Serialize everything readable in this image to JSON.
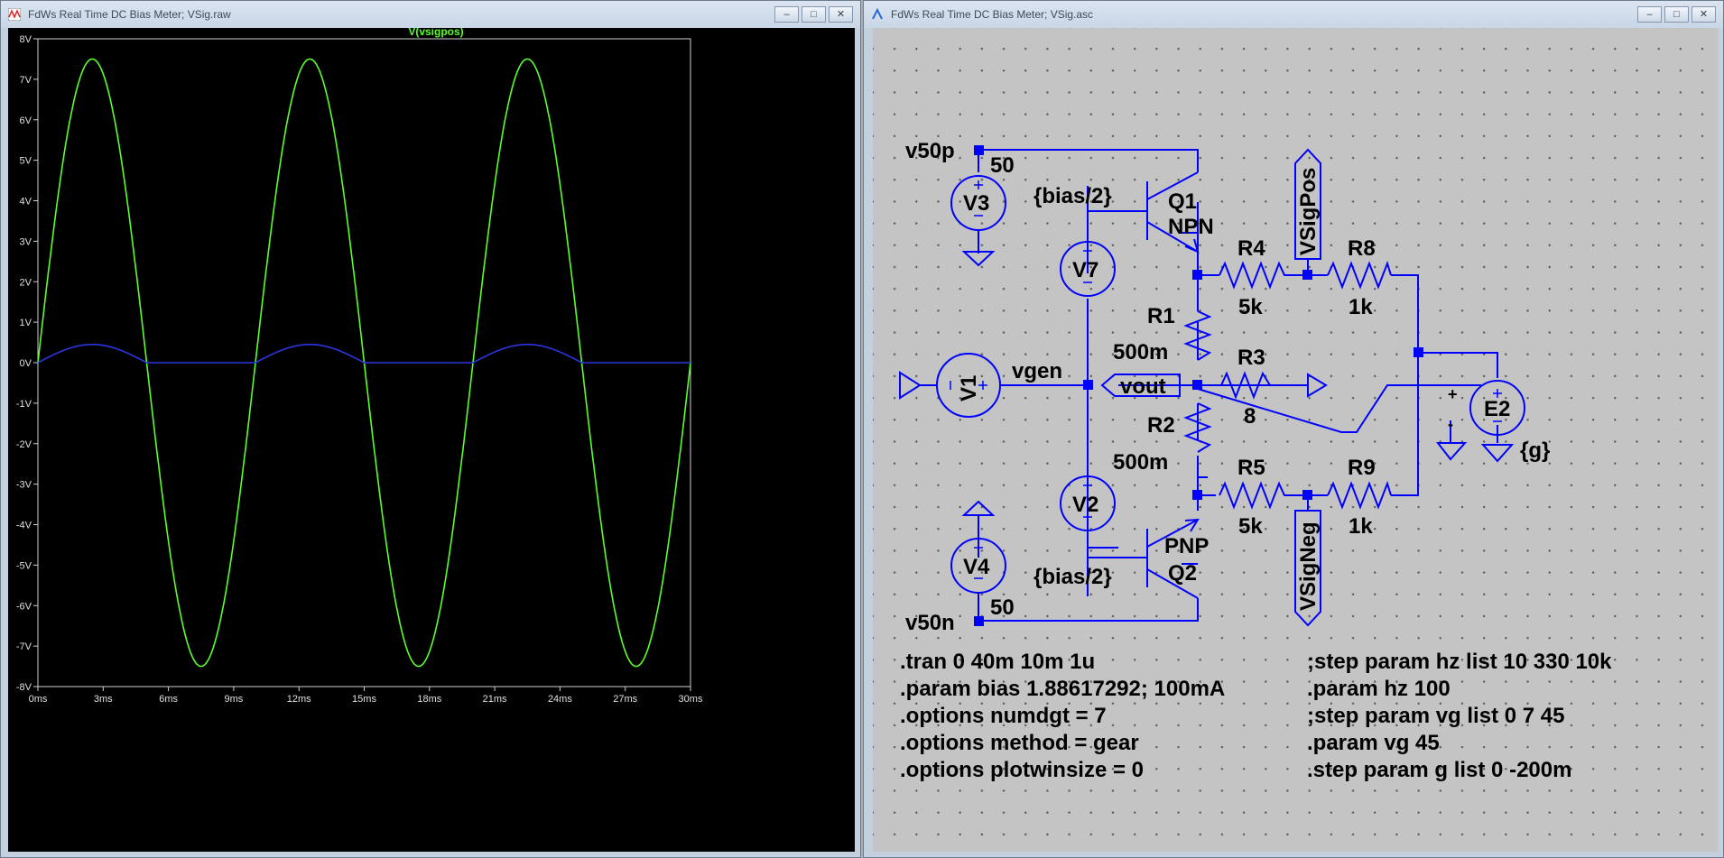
{
  "windows": {
    "plot": {
      "title": "FdWs Real Time DC Bias Meter; VSig.raw"
    },
    "schematic": {
      "title": "FdWs Real Time DC Bias Meter; VSig.asc"
    }
  },
  "window_controls": {
    "minimize": "–",
    "maximize": "□",
    "close": "✕"
  },
  "chart_data": {
    "type": "line",
    "title": "V(vsigpos)",
    "background": "#000000",
    "xlim": [
      0,
      30
    ],
    "ylim": [
      -8,
      8
    ],
    "x_ticks": [
      "0ms",
      "3ms",
      "6ms",
      "9ms",
      "12ms",
      "15ms",
      "18ms",
      "21ms",
      "24ms",
      "27ms",
      "30ms"
    ],
    "y_ticks": [
      "8V",
      "7V",
      "6V",
      "5V",
      "4V",
      "3V",
      "2V",
      "1V",
      "0V",
      "-1V",
      "-2V",
      "-3V",
      "-4V",
      "-5V",
      "-6V",
      "-7V",
      "-8V"
    ],
    "series": [
      {
        "name": "V(vsigpos)",
        "color": "#5aff2a",
        "amplitude": 7.5,
        "frequency_hz": 100,
        "shape": "sine"
      },
      {
        "color": "#2a36e0",
        "amplitude": 0.45,
        "frequency_hz": 100,
        "shape": "half-wave-rectified-sine"
      }
    ]
  },
  "schematic": {
    "wire_color": "#0000ff",
    "labels": {
      "v50p": "v50p",
      "v50n": "v50n",
      "v3_val": "50",
      "v4_val": "50",
      "q1": "Q1",
      "q1_type": "NPN",
      "q2": "Q2",
      "q2_type": "PNP",
      "bias_top": "{bias/2}",
      "bias_bot": "{bias/2}",
      "v3": "V3",
      "v7": "V7",
      "v1": "V1",
      "v2": "V2",
      "v4": "V4",
      "e2": "E2",
      "r1": "R1",
      "r1_val": "500m",
      "r2": "R2",
      "r2_val": "500m",
      "r3": "R3",
      "r3_val": "8",
      "r4": "R4",
      "r4_val": "5k",
      "r5": "R5",
      "r5_val": "5k",
      "r8": "R8",
      "r8_val": "1k",
      "r9": "R9",
      "r9_val": "1k",
      "vgen": "vgen",
      "vout": "vout",
      "vsigpos": "VSigPos",
      "vsigneg": "VSigNeg",
      "g": "{g}",
      "plus": "+",
      "minus": "-"
    },
    "directives_left": [
      ".tran 0 40m 10m 1u",
      ".param bias 1.88617292; 100mA",
      ".options numdgt = 7",
      ".options method = gear",
      ".options plotwinsize = 0"
    ],
    "directives_right": [
      ";step param hz list 10 330 10k",
      ".param hz 100",
      ";step param vg list 0 7 45",
      ".param vg 45",
      ".step param g list 0 -200m"
    ]
  }
}
